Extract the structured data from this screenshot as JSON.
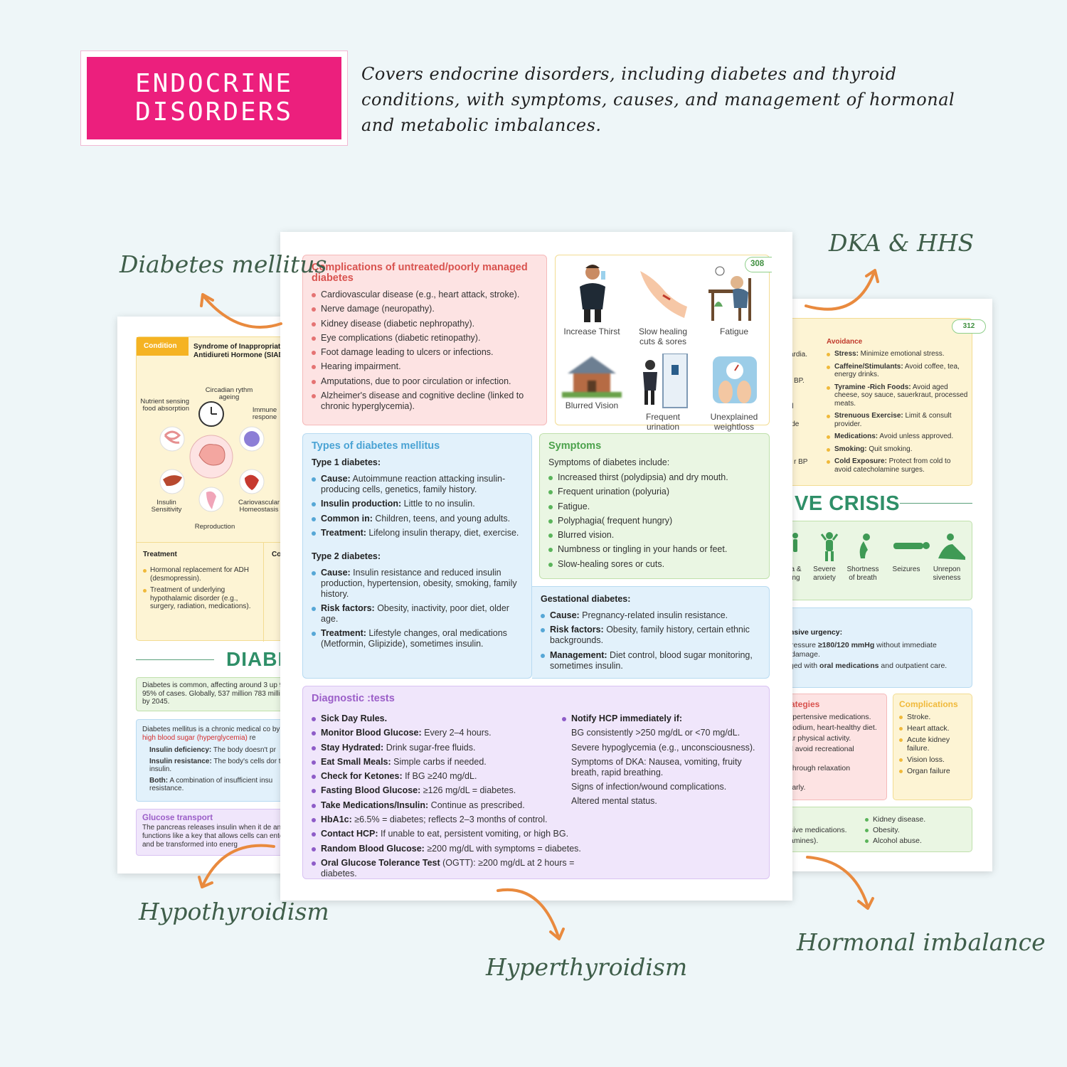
{
  "header": {
    "title_line1": "ENDOCRINE",
    "title_line2": "DISORDERS",
    "description": "Covers endocrine disorders, including diabetes and thyroid conditions, with symptoms, causes, and management of hormonal and metabolic imbalances."
  },
  "labels": {
    "diabetes": "Diabetes mellitus",
    "dka": "DKA & HHS",
    "hypo": "Hypothyroidism",
    "hyper": "Hyperthyroidism",
    "hormonal": "Hormonal imbalance"
  },
  "center_page": {
    "page_number": "308",
    "complications": {
      "title": "Complications of untreated/poorly managed diabetes",
      "items": [
        "Cardiovascular disease (e.g., heart attack, stroke).",
        "Nerve damage (neuropathy).",
        "Kidney disease (diabetic nephropathy).",
        "Eye complications (diabetic retinopathy).",
        "Foot damage leading to ulcers or infections.",
        "Hearing impairment.",
        "Amputations, due to poor circulation or infection.",
        "Alzheimer's disease and cognitive decline (linked to chronic hyperglycemia)."
      ]
    },
    "icons": [
      {
        "label": "Increase Thirst",
        "icon": "drinking-person-icon"
      },
      {
        "label": "Slow healing cuts & sores",
        "icon": "wounded-hand-icon"
      },
      {
        "label": "Fatigue",
        "icon": "tired-person-icon"
      },
      {
        "label": "Blurred Vision",
        "icon": "blurred-house-icon"
      },
      {
        "label": "Frequent urination",
        "icon": "restroom-door-icon"
      },
      {
        "label": "Unexplained weightloss",
        "icon": "scale-icon"
      }
    ],
    "types": {
      "title": "Types of diabetes mellitus",
      "type1_title": "Type 1 diabetes:",
      "type1": [
        {
          "k": "Cause:",
          "v": " Autoimmune reaction attacking insulin-producing cells, genetics, family history."
        },
        {
          "k": "Insulin production:",
          "v": " Little to no insulin."
        },
        {
          "k": "Common in:",
          "v": " Children, teens, and young adults."
        },
        {
          "k": "Treatment:",
          "v": " Lifelong insulin therapy, diet, exercise."
        }
      ],
      "type2_title": "Type 2 diabetes:",
      "type2": [
        {
          "k": "Cause:",
          "v": " Insulin resistance and reduced insulin production, hypertension, obesity, smoking, family history."
        },
        {
          "k": "Risk factors:",
          "v": " Obesity, inactivity, poor diet, older age."
        },
        {
          "k": "Treatment:",
          "v": " Lifestyle changes, oral medications (Metformin, Glipizide), sometimes insulin."
        }
      ]
    },
    "symptoms": {
      "title": "Symptoms",
      "intro": "Symptoms of diabetes include:",
      "items": [
        "Increased thirst (polydipsia) and dry mouth.",
        "Frequent urination (polyuria)",
        "Fatigue.",
        "Polyphagia( frequent hungry)",
        "Blurred vision.",
        "Numbness or tingling in your hands or feet.",
        "Slow-healing sores or cuts."
      ]
    },
    "gestational": {
      "title": "Gestational diabetes:",
      "items": [
        {
          "k": "Cause:",
          "v": " Pregnancy-related insulin resistance."
        },
        {
          "k": "Risk factors:",
          "v": " Obesity, family history, certain ethnic backgrounds."
        },
        {
          "k": "Management:",
          "v": " Diet control, blood sugar monitoring, sometimes insulin."
        }
      ]
    },
    "diagnostic": {
      "title": "Diagnostic :tests",
      "left": [
        {
          "k": "Sick Day Rules.",
          "v": ""
        },
        {
          "k": "Monitor Blood Glucose:",
          "v": " Every 2–4 hours."
        },
        {
          "k": "Stay Hydrated:",
          "v": " Drink sugar-free fluids."
        },
        {
          "k": "Eat Small Meals:",
          "v": " Simple carbs if needed."
        },
        {
          "k": "Check for Ketones:",
          "v": " If BG ≥240 mg/dL."
        },
        {
          "k": "Fasting Blood Glucose:",
          "v": " ≥126 mg/dL = diabetes."
        },
        {
          "k": "Take Medications/Insulin:",
          "v": " Continue as prescribed."
        },
        {
          "k": "HbA1c:",
          "v": " ≥6.5% = diabetes; reflects 2–3 months of control."
        },
        {
          "k": "Contact HCP:",
          "v": " If unable to eat, persistent vomiting, or high BG."
        },
        {
          "k": "Random Blood Glucose:",
          "v": " ≥200 mg/dL with symptoms = diabetes."
        },
        {
          "k": "Oral Glucose Tolerance Test",
          "v": " (OGTT): ≥200 mg/dL at 2 hours = diabetes."
        }
      ],
      "right_head": "Notify HCP immediately if:",
      "right": [
        "BG consistently >250 mg/dL or <70 mg/dL.",
        "Severe hypoglycemia (e.g., unconsciousness).",
        "Symptoms of DKA: Nausea, vomiting, fruity breath, rapid breathing.",
        "Signs of infection/wound complications.",
        "Altered mental status."
      ]
    }
  },
  "left_page": {
    "condition_tag": "Condition",
    "condition_name": "Syndrome of Inappropriate Antidiureti Hormone (SIADH)",
    "diagram_labels": [
      "Circadian rythm ageing",
      "Nutrient sensing food absorption",
      "Immune respone",
      "Insulin Sensitivity",
      "Cariovascular Homeostasis",
      "Reproduction"
    ],
    "treatment_title": "Treatment",
    "treatment_col2": "Co",
    "treatment": [
      "Hormonal replacement for ADH (desmopressin).",
      "Treatment of underlying hypothalamic disorder (e.g., surgery, radiation, medications)."
    ],
    "banner": "DIABE",
    "common": "Diabetes is common, affecting around 3 up 90-95% of cases. Globally, 537 million 783 million by 2045.",
    "definition_prefix": "Diabetes mellitus is a chronic medical co by ",
    "definition_red": "high blood sugar (hyperglycemia)",
    "definition_suffix": " re",
    "def_items": [
      {
        "k": "Insulin deficiency:",
        "v": " The body doesn't pr"
      },
      {
        "k": "Insulin resistance:",
        "v": " The body's cells dor to insulin."
      },
      {
        "k": "Both:",
        "v": " A combination of insufficient insu resistance."
      }
    ],
    "glucose_title": "Glucose transport",
    "glucose_text": "The pancreas releases insulin when it de and functions like a key that allows cells can enter and be transformed into energ"
  },
  "right_page": {
    "page_number": "312",
    "avoid_title": "Avoidance",
    "left_fragments": [
      "ardia.",
      "BP.",
      "d",
      "ide",
      "r BP"
    ],
    "avoid": [
      {
        "k": "Stress:",
        "v": " Minimize emotional stress."
      },
      {
        "k": "Caffeine/Stimulants:",
        "v": " Avoid coffee, tea, energy drinks."
      },
      {
        "k": "Tyramine -Rich Foods:",
        "v": " Avoid aged cheese, soy sauce, sauerkraut, processed meats."
      },
      {
        "k": "Strenuous Exercise:",
        "v": " Limit & consult provider."
      },
      {
        "k": "Medications:",
        "v": " Avoid unless approved."
      },
      {
        "k": "Smoking:",
        "v": " Quit smoking."
      },
      {
        "k": "Cold Exposure:",
        "v": " Protect from cold to avoid catecholamine surges."
      }
    ],
    "banner": "VE CRISIS",
    "crisis_icons": [
      {
        "label": "a & ng",
        "icon": "dizzy-person-icon"
      },
      {
        "label": "Severe anxiety",
        "icon": "anxious-person-icon"
      },
      {
        "label": "Shortness of breath",
        "icon": "breathless-person-icon"
      },
      {
        "label": "Seizures",
        "icon": "lying-person-icon"
      },
      {
        "label": "Unrepon siveness",
        "icon": "collapsed-person-icon"
      }
    ],
    "urgency_title": "nsive urgency:",
    "urgency_line1_pre": "ressure ",
    "urgency_line1_bold": "≥180/120 mmHg",
    "urgency_line1_post": " without immediate",
    "urgency_line2": "damage.",
    "urgency_line3_pre": "ged with ",
    "urgency_line3_bold": "oral medications",
    "urgency_line3_post": " and outpatient care.",
    "strategies_title": "ategies",
    "strategies": [
      "ypertensive medications.",
      "sodium, heart-healthy diet.",
      "ar physical activity.",
      "d avoid recreational",
      "through relaxation",
      "larly."
    ],
    "complications_title": "Complications",
    "complications": [
      "Stroke.",
      "Heart attack.",
      "Acute kidney failure.",
      "Vision loss.",
      "Organ failure"
    ],
    "bottom_left": [
      "sive medications.",
      "amines)."
    ],
    "bottom_right": [
      "Kidney disease.",
      "Obesity.",
      "Alcohol abuse."
    ]
  },
  "colors": {
    "accent": "#ec1f7d",
    "arrow": "#e98a3e",
    "label": "#3f5e4a"
  }
}
